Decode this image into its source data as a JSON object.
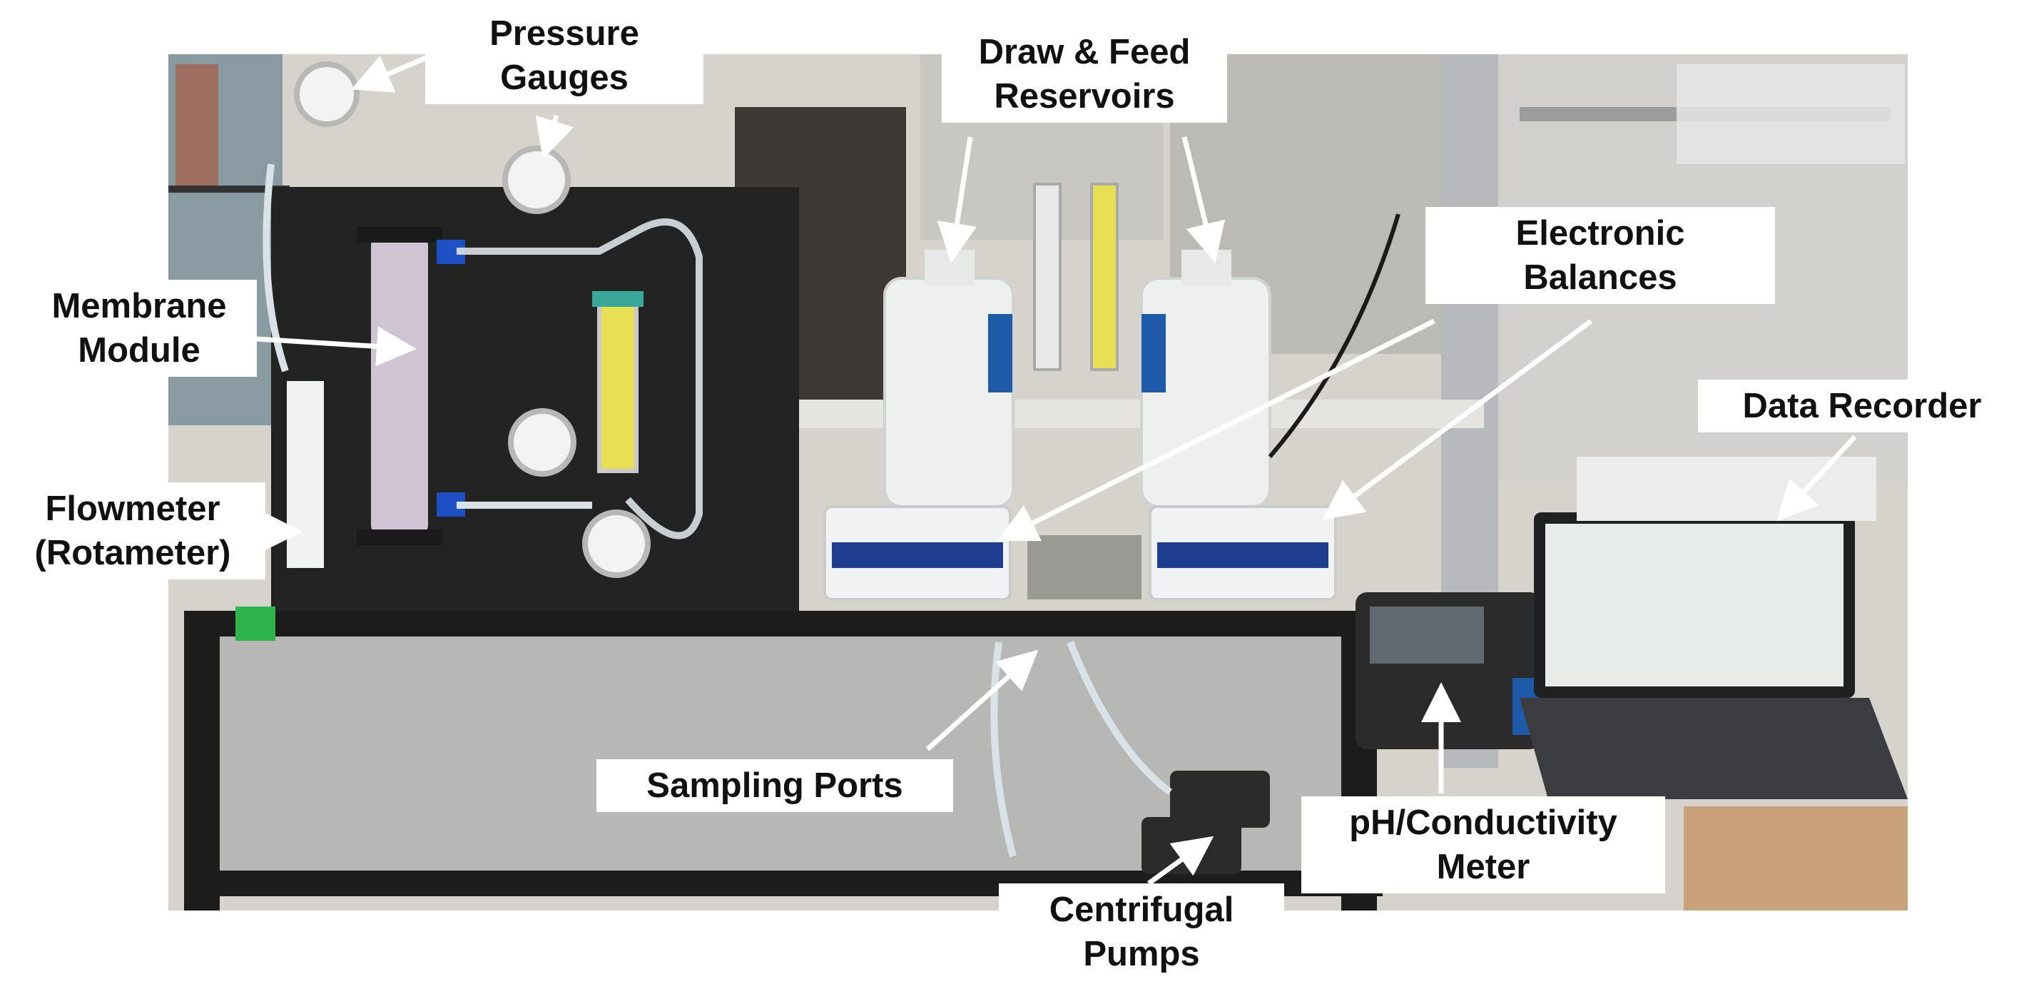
{
  "labels": {
    "pressure_gauges": {
      "line1": "Pressure",
      "line2": "Gauges"
    },
    "draw_feed_reservoirs": {
      "line1": "Draw & Feed",
      "line2": "Reservoirs"
    },
    "electronic_balances": {
      "line1": "Electronic",
      "line2": "Balances"
    },
    "membrane_module": {
      "line1": "Membrane",
      "line2": "Module"
    },
    "data_recorder": {
      "line1": "Data Recorder"
    },
    "flowmeter": {
      "line1": "Flowmeter",
      "line2": "(Rotameter)"
    },
    "sampling_ports": {
      "line1": "Sampling Ports"
    },
    "ph_conductivity_meter": {
      "line1": "pH/Conductivity",
      "line2": "Meter"
    },
    "centrifugal_pumps": {
      "line1": "Centrifugal",
      "line2": "Pumps"
    }
  },
  "colors": {
    "frame": "#1c1c1c",
    "panel": "#222222",
    "wall": "#d9d6cf",
    "window": "#7d8e96",
    "membrane_tube": "#cfc4d2",
    "rotameter_fluid": "#e9df55",
    "bottle": "#eef0f0",
    "nalgene_blue": "#1f5aa8",
    "balance_blue": "#1e3d8f",
    "fitting_blue": "#1e4fc4",
    "laptop_screen": "#e7ece9"
  }
}
